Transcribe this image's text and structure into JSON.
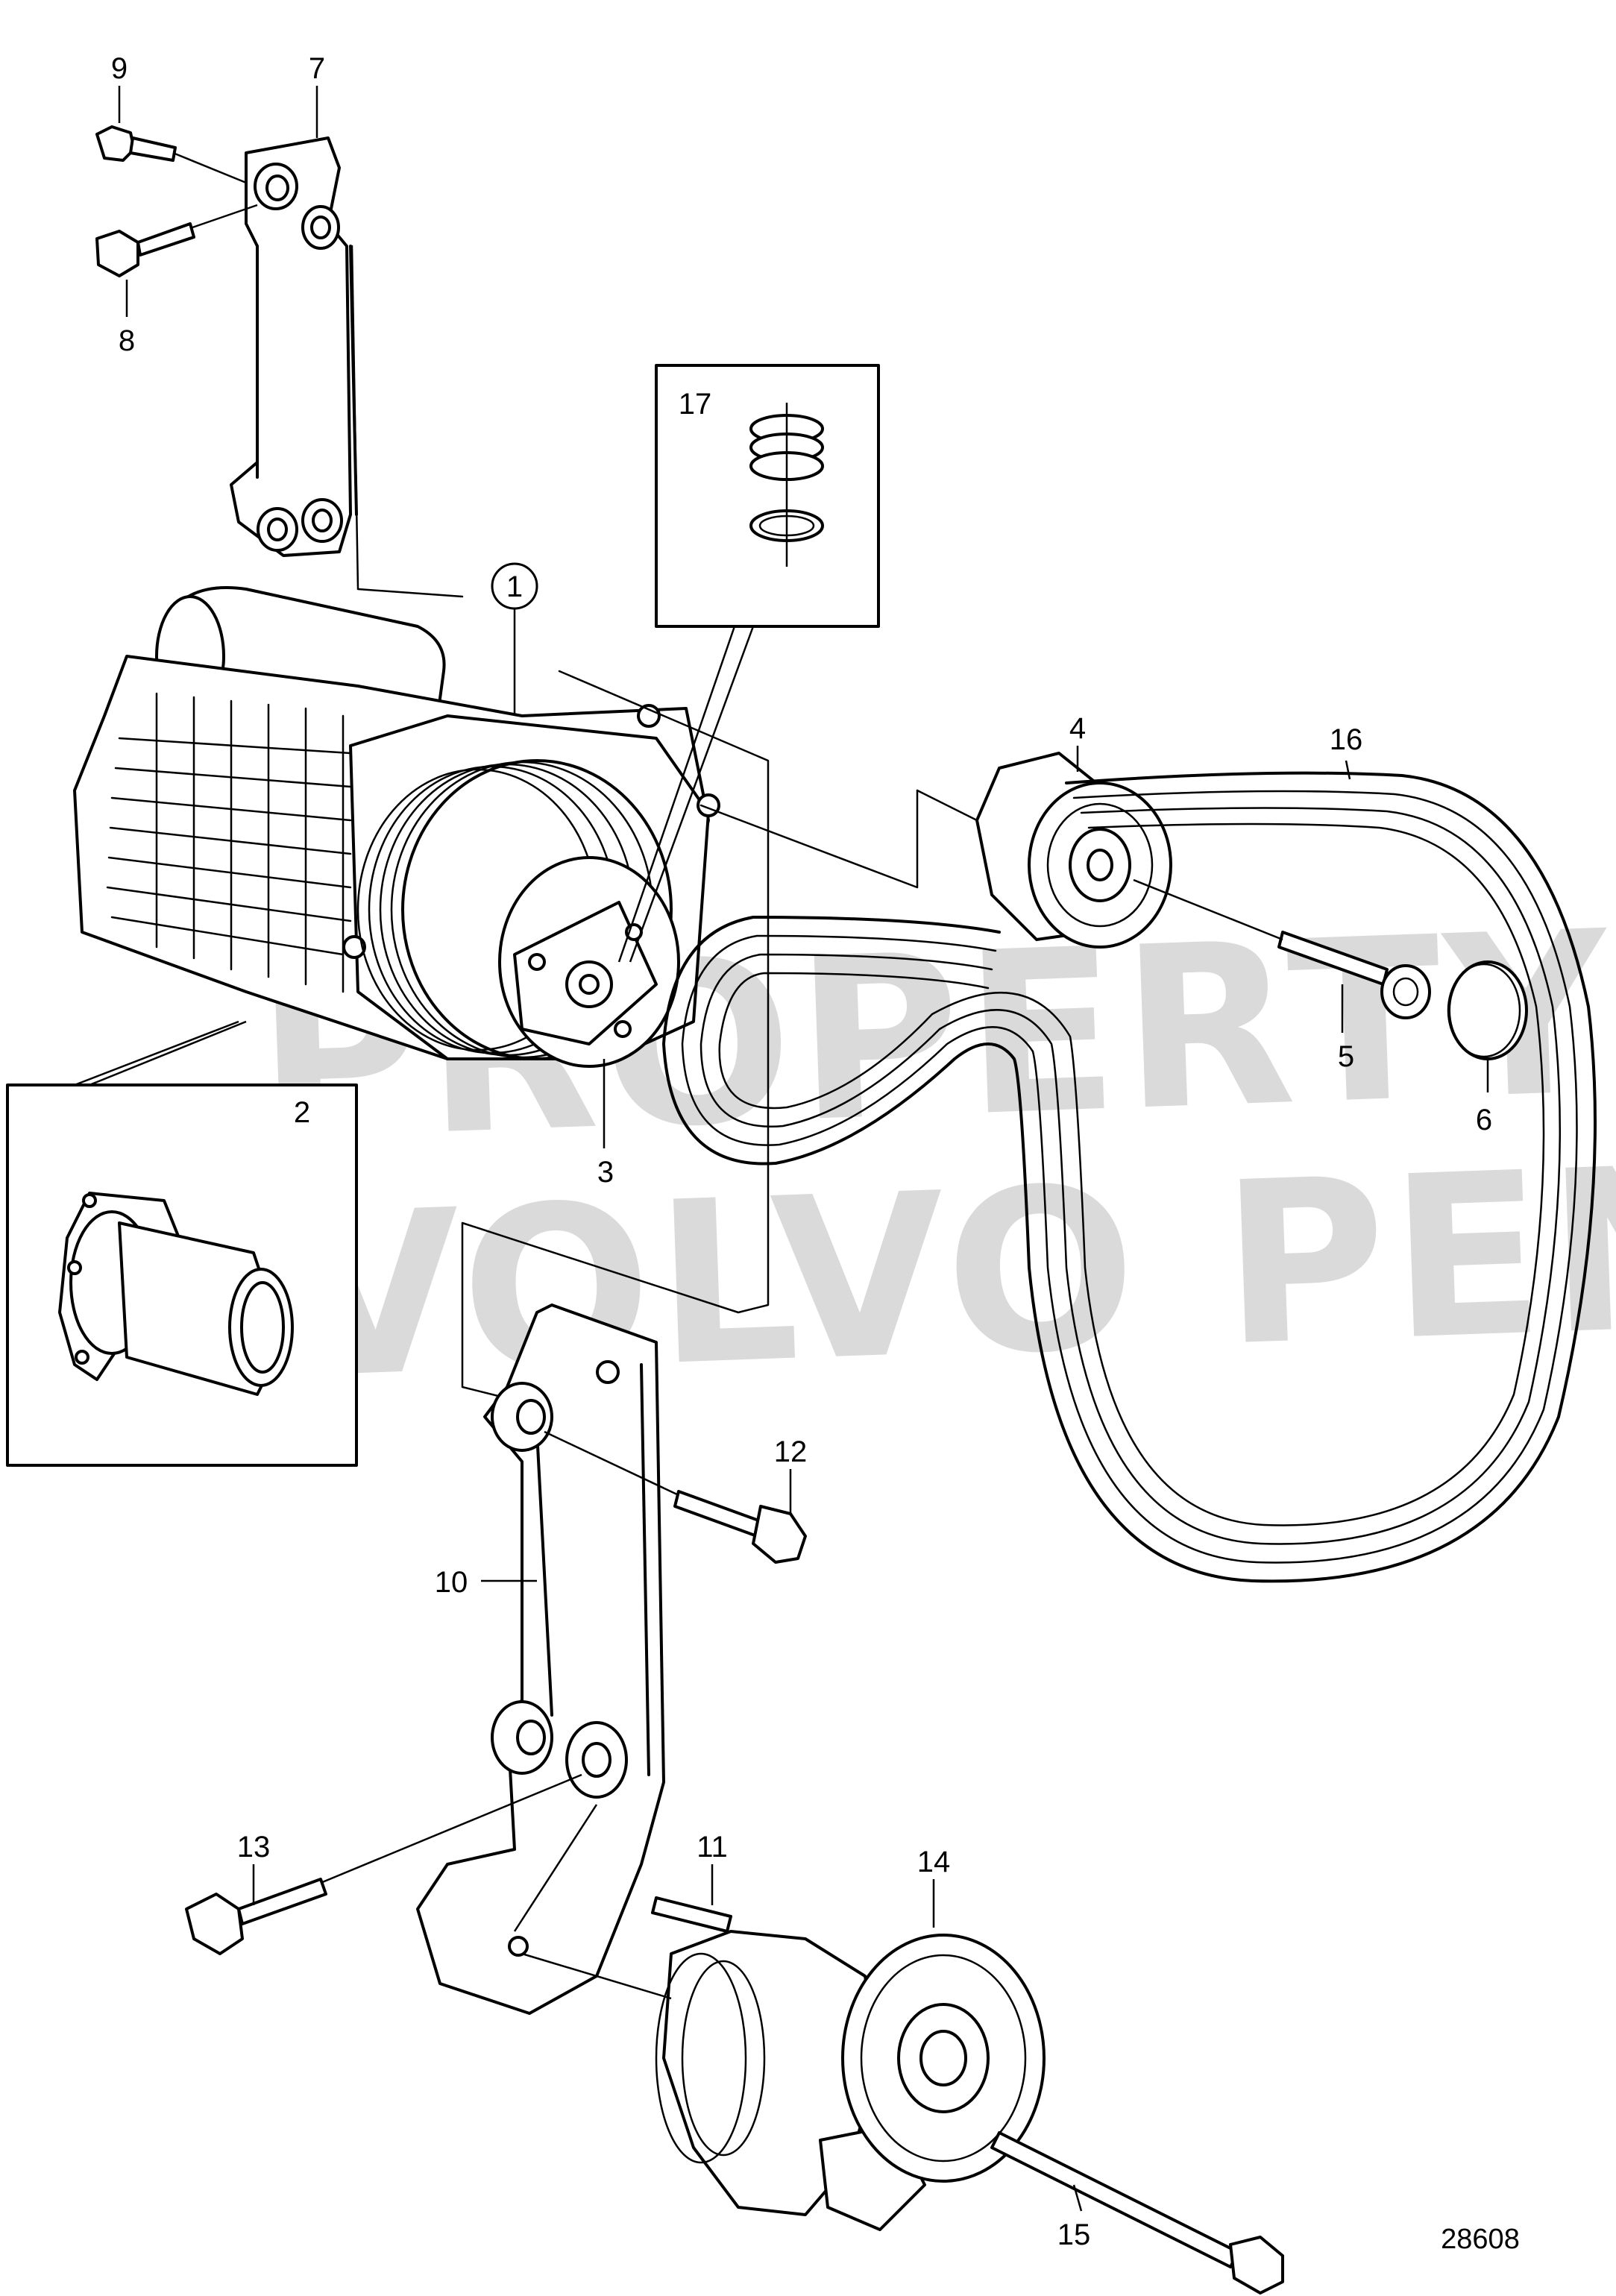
{
  "drawing_number": "28608",
  "watermark": {
    "line1": "PROPERTY OF",
    "line2": "VOLVO PENTA"
  },
  "callouts": {
    "c1": "1",
    "c2": "2",
    "c3": "3",
    "c4": "4",
    "c5": "5",
    "c6": "6",
    "c7": "7",
    "c8": "8",
    "c9": "9",
    "c10": "10",
    "c11": "11",
    "c12": "12",
    "c13": "13",
    "c14": "14",
    "c15": "15",
    "c16": "16",
    "c17": "17"
  }
}
